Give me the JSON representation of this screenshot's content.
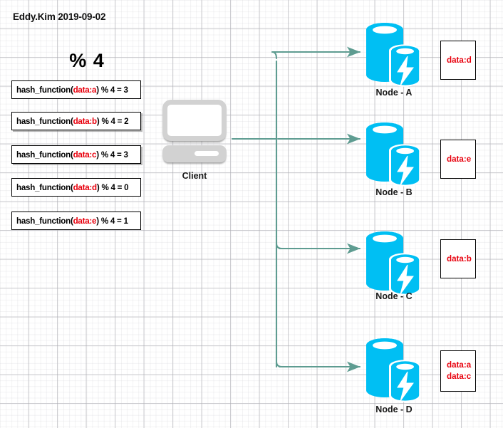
{
  "meta": {
    "author_date": "Eddy.Kim 2019-09-02",
    "modulo_title": "% 4",
    "line_color": "#5e9c91",
    "node_color": "#00bff3",
    "accent_red": "#e8000d"
  },
  "hash_rules": [
    {
      "prefix": "hash_function(",
      "key": "data:a",
      "suffix": ") % 4 = 3"
    },
    {
      "prefix": "hash_function(",
      "key": "data:b",
      "suffix": ") % 4 = 2"
    },
    {
      "prefix": "hash_function(",
      "key": "data:c",
      "suffix": ") % 4 = 3"
    },
    {
      "prefix": "hash_function(",
      "key": "data:d",
      "suffix": ") % 4 = 0"
    },
    {
      "prefix": "hash_function(",
      "key": "data:e",
      "suffix": ") % 4 = 1"
    }
  ],
  "client": {
    "label": "Client",
    "icon": "computer-icon"
  },
  "nodes": [
    {
      "label": "Node - A",
      "data_line1": "data:d",
      "data_line2": ""
    },
    {
      "label": "Node - B",
      "data_line1": "data:e",
      "data_line2": ""
    },
    {
      "label": "Node - C",
      "data_line1": "data:b",
      "data_line2": ""
    },
    {
      "label": "Node - D",
      "data_line1": "data:a",
      "data_line2": "data:c"
    }
  ]
}
